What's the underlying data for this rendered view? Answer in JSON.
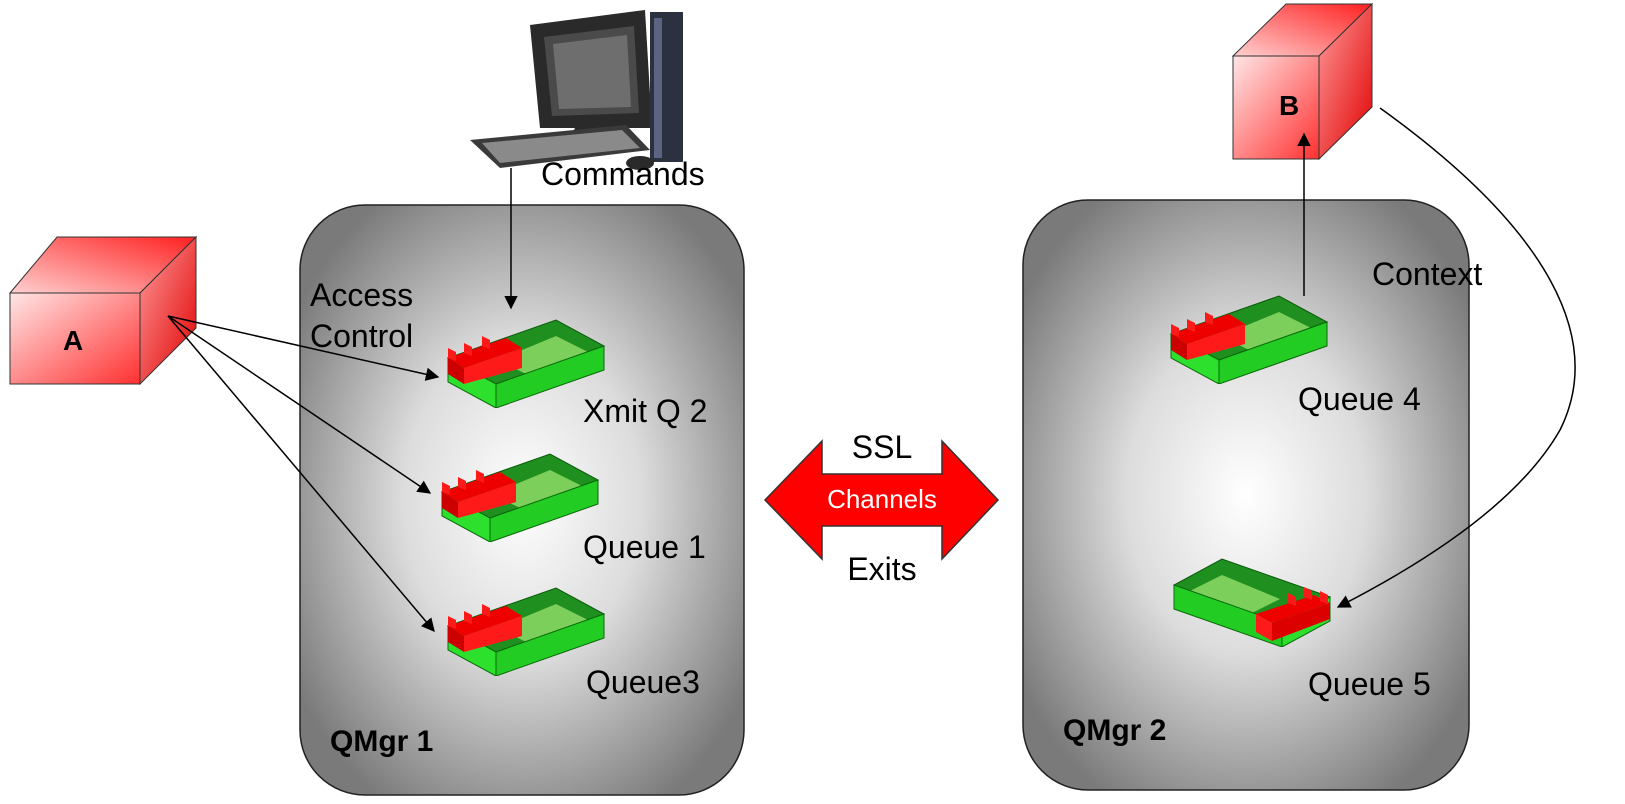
{
  "commands_label": "Commands",
  "access_control_line1": "Access",
  "access_control_line2": "Control",
  "context_label": "Context",
  "ssl_label": "SSL",
  "channels_label": "Channels",
  "exits_label": "Exits",
  "app_a_label": "A",
  "app_b_label": "B",
  "qmgr1": {
    "label": "QMgr 1",
    "queues": [
      "Xmit Q 2",
      "Queue 1",
      "Queue3"
    ]
  },
  "qmgr2": {
    "label": "QMgr 2",
    "queues": [
      "Queue 4",
      "Queue 5"
    ]
  },
  "colors": {
    "app_red": "#ff2a2a",
    "queue_green": "#22dd22",
    "queue_dark_green": "#138a13",
    "message_red": "#ee0000",
    "qmgr_gray": "#8a8a8a"
  }
}
